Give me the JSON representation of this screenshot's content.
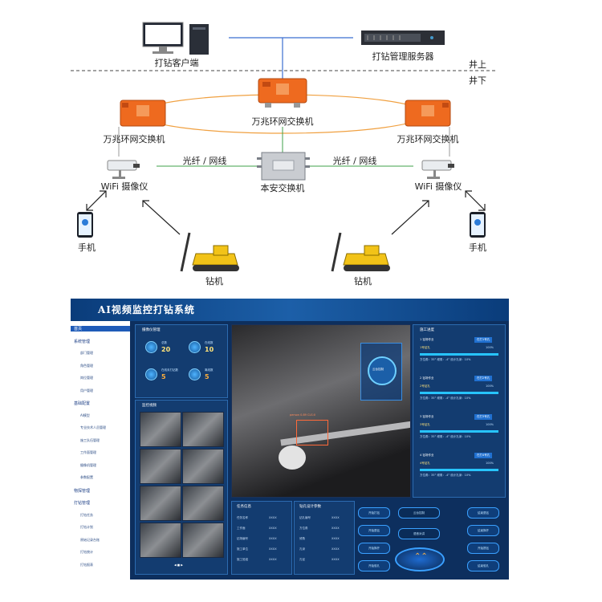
{
  "diagram": {
    "client_label": "打钻客户端",
    "server_label": "打钻管理服务器",
    "above_ground": "井上",
    "below_ground": "井下",
    "switch_left": "万兆环网交换机",
    "switch_center": "万兆环网交换机",
    "switch_right": "万兆环网交换机",
    "link_left": "光纤 / 网线",
    "link_right": "光纤 / 网线",
    "safety_switch": "本安交换机",
    "camera_left": "WiFi 摄像仪",
    "camera_right": "WiFi 摄像仪",
    "phone_left": "手机",
    "phone_right": "手机",
    "rig_left": "钻机",
    "rig_right": "钻机",
    "colors": {
      "ring": "#f0a040",
      "link_line": "#3fa04a",
      "server_line": "#3b6fd0",
      "switch_body": "#ee6a1f"
    }
  },
  "dashboard": {
    "title": "AI视频监控打钻系统",
    "sidebar": [
      {
        "label": "首页",
        "level": "top",
        "selected": true
      },
      {
        "label": "系统管理",
        "level": "top"
      },
      {
        "label": "部门管理",
        "level": "sub"
      },
      {
        "label": "角色管理",
        "level": "sub"
      },
      {
        "label": "岗位管理",
        "level": "sub"
      },
      {
        "label": "用户管理",
        "level": "sub"
      },
      {
        "label": "基础配置",
        "level": "top"
      },
      {
        "label": "AI模型",
        "level": "sub"
      },
      {
        "label": "专业技术人员管理",
        "level": "sub"
      },
      {
        "label": "施工队伍管理",
        "level": "sub"
      },
      {
        "label": "工作面管理",
        "level": "sub"
      },
      {
        "label": "摄像机管理",
        "level": "sub"
      },
      {
        "label": "参数配置",
        "level": "sub"
      },
      {
        "label": "物探管理",
        "level": "top"
      },
      {
        "label": "打钻管理",
        "level": "top"
      },
      {
        "label": "打钻任务",
        "level": "sub"
      },
      {
        "label": "打钻计划",
        "level": "sub"
      },
      {
        "label": "原始记录台账",
        "level": "sub"
      },
      {
        "label": "打钻统计",
        "level": "sub"
      },
      {
        "label": "打钻报表",
        "level": "sub"
      }
    ],
    "device_panel": {
      "title": "摄像仪管理",
      "stats": [
        {
          "label": "总数",
          "value": "20"
        },
        {
          "label": "在线数",
          "value": "10"
        },
        {
          "label": "在线未打钻数",
          "value": "5"
        },
        {
          "label": "离线数",
          "value": "5"
        }
      ]
    },
    "monitor_panel": {
      "title": "监控视频"
    },
    "detection_label": "person 0.89 CLS:0",
    "center_badge": "云台控制",
    "task_panel": {
      "title": "任务信息",
      "rows": [
        {
          "k": "任务名称",
          "v": "XXXX"
        },
        {
          "k": "工作面",
          "v": "XXXX"
        },
        {
          "k": "钻场编号",
          "v": "XXXX"
        },
        {
          "k": "施工单位",
          "v": "XXXX"
        },
        {
          "k": "施工班组",
          "v": "XXXX"
        }
      ]
    },
    "hole_panel": {
      "title": "钻孔设计参数",
      "rows": [
        {
          "k": "钻孔编号",
          "v": "XXXX"
        },
        {
          "k": "方位角",
          "v": "XXXX"
        },
        {
          "k": "倾角",
          "v": "XXXX"
        },
        {
          "k": "孔深",
          "v": "XXXX"
        },
        {
          "k": "孔径",
          "v": "XXXX"
        }
      ]
    },
    "buttons_mid": [
      "开始打钻",
      "开始退钻",
      "开始换杆",
      "开始验孔"
    ],
    "buttons_center": [
      "云台控制",
      "语音对讲"
    ],
    "buttons_right": [
      "结束退钻",
      "结束换杆",
      "开始提钻",
      "结束验孔"
    ],
    "construction_panel": {
      "title": "施工进度",
      "groups": [
        {
          "head": "1 钻场作业",
          "tag": "在打1号孔",
          "hole": "1号钻孔",
          "status": "100%",
          "meta": "方位角：35°  倾角：-4°  设计孔深：10%",
          "progress": 1.0
        },
        {
          "head": "2 钻场作业",
          "tag": "在打2号孔",
          "hole": "2号钻孔",
          "status": "100%",
          "meta": "方位角：35°  倾角：-4°  设计孔深：10%",
          "progress": 1.0
        },
        {
          "head": "3 钻场作业",
          "tag": "在打3号孔",
          "hole": "3号钻孔",
          "status": "100%",
          "meta": "方位角：35°  倾角：-4°  设计孔深：10%",
          "progress": 1.0
        },
        {
          "head": "4 钻场作业",
          "tag": "在打4号孔",
          "hole": "4号钻孔",
          "status": "100%",
          "meta": "方位角：35°  倾角：-4°  设计孔深：10%",
          "progress": 1.0
        }
      ]
    }
  }
}
